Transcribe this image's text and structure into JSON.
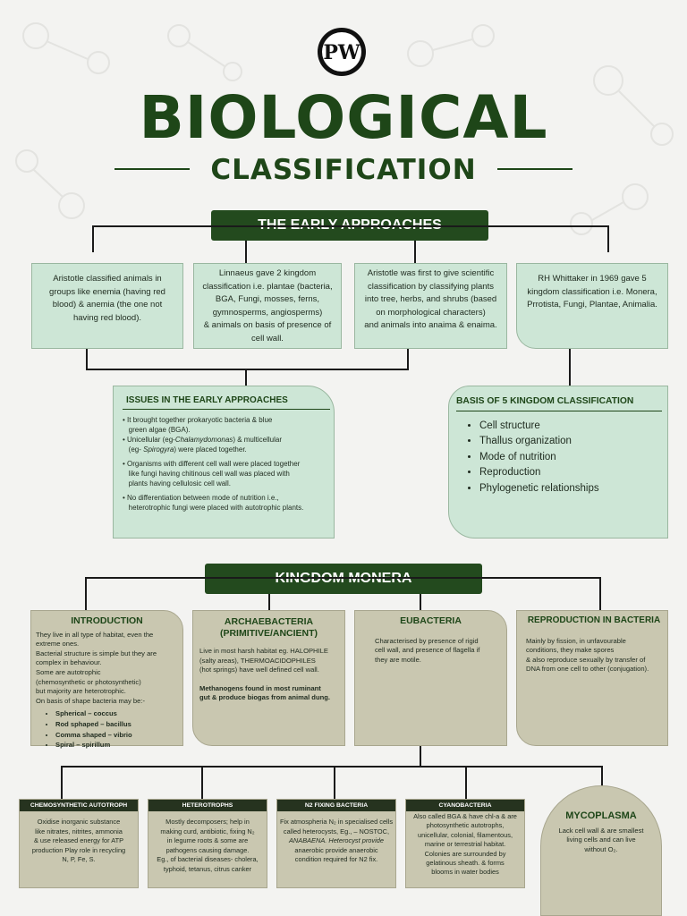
{
  "logo": {
    "text": "PW",
    "icon": "pw-logo-icon"
  },
  "title": "BIOLOGICAL",
  "subtitle": "CLASSIFICATION",
  "colors": {
    "primary": "#1e4618",
    "mint": "#cde6d6",
    "tan": "#c9c7b0",
    "banner": "#234a1e",
    "background": "#f3f3f1"
  },
  "early": {
    "heading": "THE EARLY APPROACHES",
    "boxes": [
      {
        "lines": [
          "Aristotle classified animals in",
          "groups like enemia (having red",
          "blood) & anemia (the one not",
          "having red blood)."
        ]
      },
      {
        "lines": [
          "Linnaeus gave 2 kingdom",
          "classification i.e. plantae (bacteria,",
          "BGA, Fungi, mosses, ferns,",
          "gymnosperms, angiosperms)",
          "& animals on basis of presence of",
          "cell wall."
        ]
      },
      {
        "lines": [
          "Aristotle was first to give scientific",
          "classification by classifying plants",
          "into tree, herbs, and shrubs (based",
          "on morphological characters)",
          "and animals into anaima & enaima."
        ]
      },
      {
        "lines": [
          "RH Whittaker in 1969 gave 5",
          "kingdom classification i.e. Monera,",
          "Prrotista, Fungi, Plantae, Animalia."
        ]
      }
    ],
    "issues": {
      "title": "ISSUES IN THE EARLY APPROACHES",
      "p1a": "It brought together prokaryotic bacteria & blue",
      "p1b": "green algae (BGA).",
      "p2a": "Unicellular (eg-",
      "p2a_italic": "Chalamydomonas",
      "p2a_end": ") & multicellular",
      "p2b": "(eg- ",
      "p2b_italic": "Spirogyra",
      "p2b_end": ") were placed together.",
      "p3a": "Organisms with different cell wall were placed together",
      "p3b": "like fungi having chitinous cell wall was placed with",
      "p3c": "plants having cellulosic cell wall.",
      "p4a": "No differentiation between mode of nutrition i.e.,",
      "p4b": "heterotrophic fungi were placed with autotrophic plants."
    },
    "basis": {
      "title": "BASIS OF 5 KINGDOM CLASSIFICATION",
      "items": [
        "Cell structure",
        "Thallus organization",
        "Mode of nutrition",
        "Reproduction",
        "Phylogenetic relationships"
      ]
    }
  },
  "monera": {
    "heading": "KINGDOM MONERA",
    "intro": {
      "title": "INTRODUCTION",
      "lines": [
        "They live in all type of habitat, even the",
        "extreme ones.",
        "Bacterial structure is simple but they are",
        "complex in behaviour.",
        "Some are autotrophic",
        "(chemosynthetic or photosynthetic)",
        "but majority are heterotrophic.",
        "On basis of shape bacteria may be:-"
      ],
      "shapes": [
        "Spherical – coccus",
        "Rod sphaped – bacillus",
        "Comma shaped – vibrio",
        "Spiral – spirillum"
      ]
    },
    "archae": {
      "title1": "ARCHAEBACTERIA",
      "title2": "(PRIMITIVE/ANCIENT)",
      "lines": [
        "Live in most harsh habitat eg. HALOPHILE",
        "(salty areas), THERMOACIDOPHILES",
        "(hot springs) have well defined cell wall."
      ],
      "bold1": "Methanogens found in most ruminant",
      "bold2": "gut & produce biogas from animal dung."
    },
    "eubact": {
      "title": "EUBACTERIA",
      "lines": [
        "Characterised by presence of rigid",
        "cell wall, and presence of flagella if",
        "they are motile."
      ]
    },
    "repro": {
      "title": "REPRODUCTION IN BACTERIA",
      "lines": [
        "Mainly by fission, in unfavourable",
        "conditions, they make spores",
        "& also reproduce sexually by transfer of",
        "DNA from one cell to other (conjugation)."
      ]
    },
    "types": [
      {
        "title": "CHEMOSYNTHETIC AUTOTROPH",
        "lines": [
          "Oxidise inorganic substance",
          "like nitrates, nitrites, ammonia",
          "& use released energy for ATP",
          "production Play role in recycling",
          "N, P, Fe, S."
        ]
      },
      {
        "title": "HETEROTROPHS",
        "lines": [
          "Mostly decomposers; help in",
          "making curd, antibiotic, fixing N₂",
          "in legume roots & some are",
          "pathogens causing damage.",
          "Eg., of bacterial diseases- cholera,",
          "typhoid, tetanus, citrus canker"
        ]
      },
      {
        "title": "N2 FIXING BACTERIA",
        "lines": [
          "Fix atmospheria N₂ in specialised cells",
          "called heterocysts, Eg., – NOSTOC,",
          "ANABAENA.  Heterocyst provide",
          "anaerobic provide anaerobic",
          "condition required for N2 fix."
        ]
      },
      {
        "title": "CYANOBACTERIA",
        "lines": [
          "Also called BGA & have chl-a & are",
          "photosynthetic autotrophs,",
          "unicellular, colonial, filamentous,",
          "marine or terrestrial habitat.",
          "Colonies are surrounded by",
          "gelatinous sheath. & forms",
          "blooms in water bodies"
        ]
      }
    ],
    "myco": {
      "title": "MYCOPLASMA",
      "lines": [
        "Lack cell wall & are smallest",
        "living cells and can live",
        "without O₂."
      ]
    }
  }
}
